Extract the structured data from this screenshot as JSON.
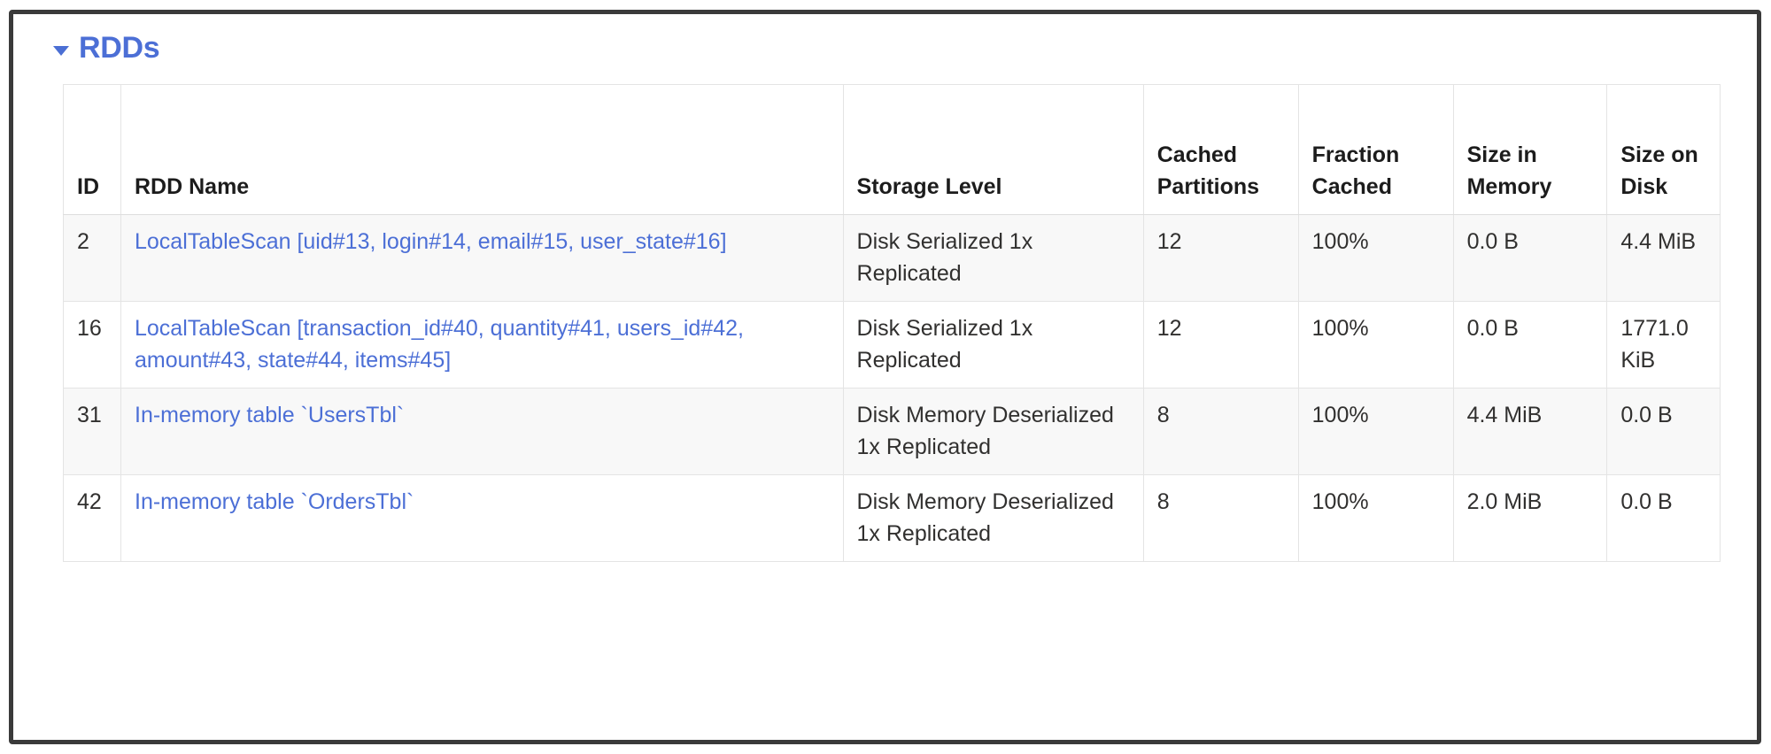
{
  "section": {
    "title": "RDDs",
    "caret": "caret-down-icon",
    "expanded": true
  },
  "colors": {
    "link": "#4c6fd6",
    "text": "#31302f",
    "row_stripe": "#f8f8f8",
    "border": "#e4e4e4"
  },
  "table": {
    "columns": [
      {
        "key": "id",
        "label": "ID"
      },
      {
        "key": "name",
        "label": "RDD Name"
      },
      {
        "key": "storage",
        "label": "Storage Level"
      },
      {
        "key": "cached",
        "label": "Cached Partitions"
      },
      {
        "key": "fraction",
        "label": "Fraction Cached"
      },
      {
        "key": "memory",
        "label": "Size in Memory"
      },
      {
        "key": "disk",
        "label": "Size on Disk"
      }
    ],
    "rows": [
      {
        "id": "2",
        "name": "LocalTableScan [uid#13, login#14, email#15, user_state#16]",
        "storage": "Disk Serialized 1x Replicated",
        "cached": "12",
        "fraction": "100%",
        "memory": "0.0 B",
        "disk": "4.4 MiB"
      },
      {
        "id": "16",
        "name": "LocalTableScan [transaction_id#40, quantity#41, users_id#42, amount#43, state#44, items#45]",
        "storage": "Disk Serialized 1x Replicated",
        "cached": "12",
        "fraction": "100%",
        "memory": "0.0 B",
        "disk": "1771.0 KiB"
      },
      {
        "id": "31",
        "name": "In-memory table `UsersTbl`",
        "storage": "Disk Memory Deserialized 1x Replicated",
        "cached": "8",
        "fraction": "100%",
        "memory": "4.4 MiB",
        "disk": "0.0 B"
      },
      {
        "id": "42",
        "name": "In-memory table `OrdersTbl`",
        "storage": "Disk Memory Deserialized 1x Replicated",
        "cached": "8",
        "fraction": "100%",
        "memory": "2.0 MiB",
        "disk": "0.0 B"
      }
    ]
  }
}
